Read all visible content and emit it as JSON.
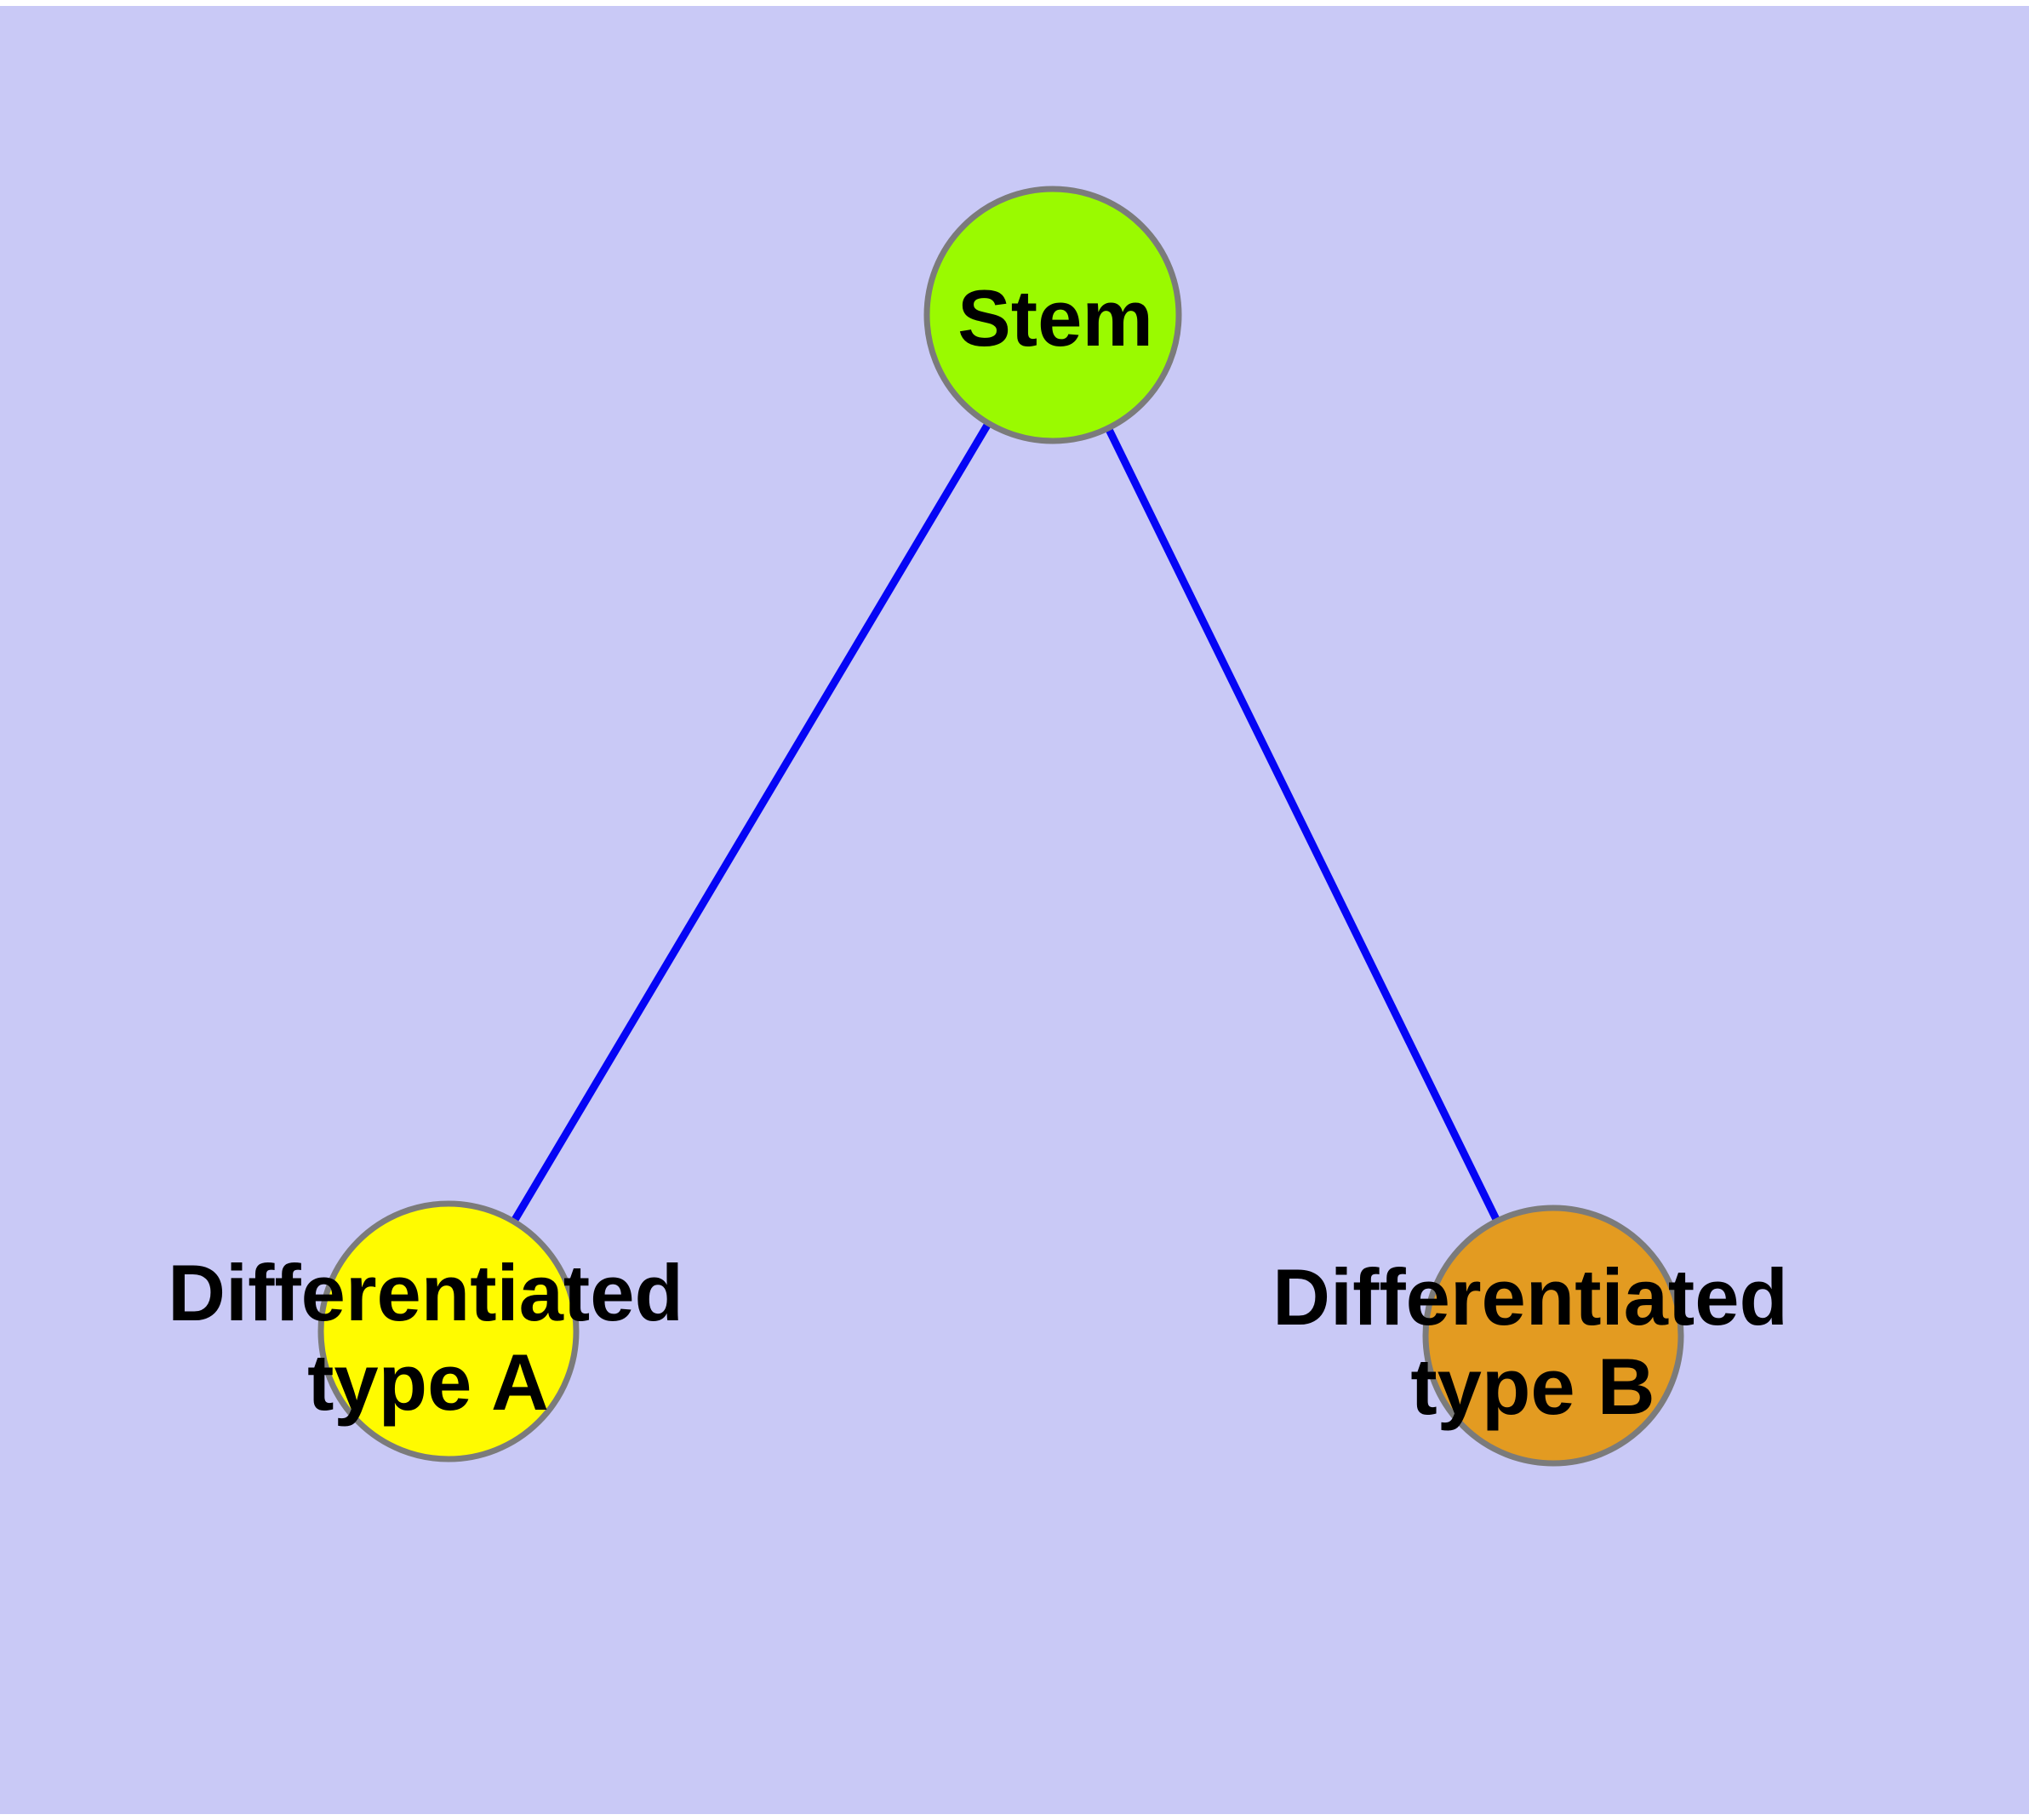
{
  "diagram": {
    "type": "node-link-graph",
    "background_color": "#C9C9F6",
    "margin_color": "#FFFFFF",
    "edge_color": "#0505F5",
    "node_border_color": "#7B7B7B",
    "text_color": "#000000",
    "nodes": [
      {
        "id": "stem",
        "label": "Stem",
        "fill": "#9AFA00"
      },
      {
        "id": "differentiated-type-a",
        "label": "Differentiated type A",
        "label_line1": "Differentiated",
        "label_line2": "type A",
        "fill": "#FFFB00"
      },
      {
        "id": "differentiated-type-b",
        "label": "Differentiated type B",
        "label_line1": "Differentiated",
        "label_line2": "type B",
        "fill": "#E39B21"
      }
    ],
    "edges": [
      {
        "from": "Stem",
        "to": "Differentiated type A"
      },
      {
        "from": "Stem",
        "to": "Differentiated type B"
      }
    ]
  }
}
